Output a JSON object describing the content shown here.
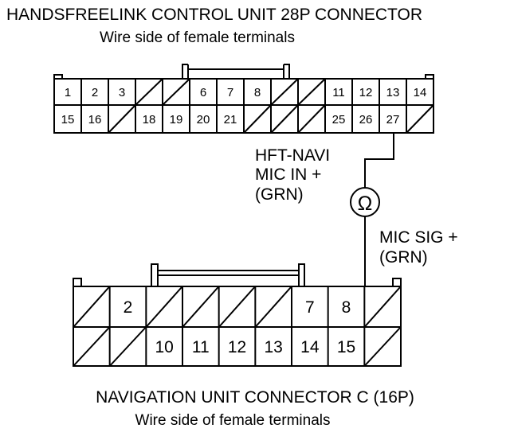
{
  "top_connector": {
    "title": "HANDSFREELINK CONTROL UNIT 28P CONNECTOR",
    "subtitle": "Wire side of female terminals",
    "row1": [
      "1",
      "2",
      "3",
      "",
      "",
      "6",
      "7",
      "8",
      "",
      "",
      "11",
      "12",
      "13",
      "14"
    ],
    "row2": [
      "15",
      "16",
      "",
      "18",
      "19",
      "20",
      "21",
      "",
      "",
      "",
      "25",
      "26",
      "27",
      ""
    ]
  },
  "bottom_connector": {
    "title": "NAVIGATION UNIT CONNECTOR C (16P)",
    "subtitle": "Wire side of female terminals",
    "row1": [
      "",
      "2",
      "",
      "",
      "",
      "",
      "7",
      "8",
      ""
    ],
    "row2": [
      "",
      "",
      "10",
      "11",
      "12",
      "13",
      "14",
      "15",
      ""
    ]
  },
  "wire_labels": {
    "hft": [
      "HFT-NAVI",
      "MIC IN +",
      "(GRN)"
    ],
    "mic": [
      "MIC SIG +",
      "(GRN)"
    ]
  },
  "meter_symbol": "Ω",
  "colors": {
    "line": "#000000",
    "background": "#ffffff"
  }
}
